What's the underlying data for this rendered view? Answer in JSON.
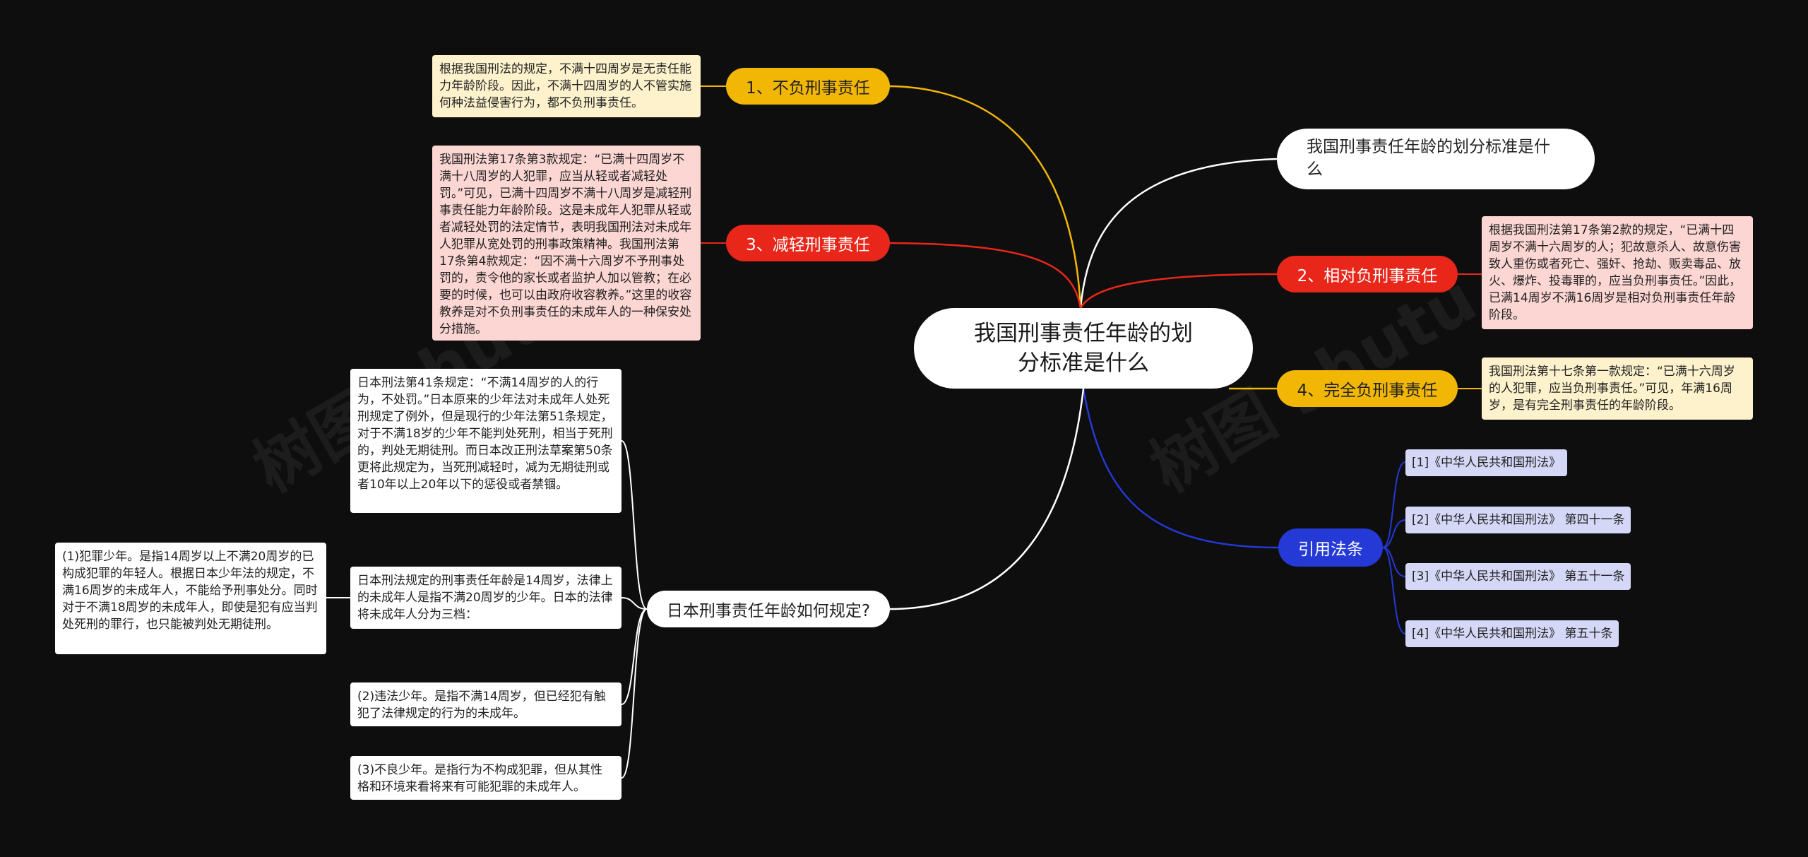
{
  "center": {
    "title": "我国刑事责任年龄的划分标准是什么"
  },
  "watermark": "树图 shutu",
  "branches": {
    "question": {
      "label": "我国刑事责任年龄的划分标准是什么"
    },
    "relative": {
      "label": "2、相对负刑事责任",
      "note": "根据我国刑法第17条第2款的规定，“已满十四周岁不满十六周岁的人；犯故意杀人、故意伤害致人重伤或者死亡、强奸、抢劫、贩卖毒品、放火、爆炸、投毒罪的，应当负刑事责任。”因此，已满14周岁不满16周岁是相对负刑事责任年龄阶段。"
    },
    "full": {
      "label": "4、完全负刑事责任",
      "note": "我国刑法第十七条第一款规定：“已满十六周岁的人犯罪，应当负刑事责任。”可见，年满16周岁，是有完全刑事责任的年龄阶段。"
    },
    "refs": {
      "label": "引用法条",
      "items": [
        "[1]《中华人民共和国刑法》",
        "[2]《中华人民共和国刑法》 第四十一条",
        "[3]《中华人民共和国刑法》 第五十一条",
        "[4]《中华人民共和国刑法》 第五十条"
      ]
    },
    "none": {
      "label": "1、不负刑事责任",
      "note": "根据我国刑法的规定，不满十四周岁是无责任能力年龄阶段。因此，不满十四周岁的人不管实施何种法益侵害行为，都不负刑事责任。"
    },
    "reduced": {
      "label": "3、减轻刑事责任",
      "note": "我国刑法第17条第3款规定：“已满十四周岁不满十八周岁的人犯罪，应当从轻或者减轻处罚。”可见，已满十四周岁不满十八周岁是减轻刑事责任能力年龄阶段。这是未成年人犯罪从轻或者减轻处罚的法定情节，表明我国刑法对未成年人犯罪从宽处罚的刑事政策精神。我国刑法第17条第4款规定：“因不满十六周岁不予刑事处罚的，责令他的家长或者监护人加以管教；在必要的时候，也可以由政府收容教养。”这里的收容教养是对不负刑事责任的未成年人的一种保安处分措施。"
    },
    "japan": {
      "label": "日本刑事责任年龄如何规定?",
      "notes": [
        "日本刑法第41条规定：“不满14周岁的人的行为，不处罚。”日本原来的少年法对未成年人处死刑规定了例外，但是现行的少年法第51条规定，对于不满18岁的少年不能判处死刑，相当于死刑的，判处无期徒刑。而日本改正刑法草案第50条更将此规定为，当死刑减轻时，减为无期徒刑或者10年以上20年以下的惩役或者禁锢。",
        "日本刑法规定的刑事责任年龄是14周岁，法律上的未成年人是指不满20周岁的少年。日本的法律将未成年人分为三档：",
        "(2)违法少年。是指不满14周岁，但已经犯有触犯了法律规定的行为的未成年。",
        "(3)不良少年。是指行为不构成犯罪，但从其性格和环境来看将来有可能犯罪的未成年人。"
      ],
      "subnote": "(1)犯罪少年。是指14周岁以上不满20周岁的已构成犯罪的年轻人。根据日本少年法的规定，不满16周岁的未成年人，不能给予刑事处分。同时对于不满18周岁的未成年人，即使是犯有应当判处死刑的罪行，也只能被判处无期徒刑。"
    }
  },
  "colors": {
    "background": "#0e0e0e",
    "yellow": "#f2b705",
    "red": "#e8271a",
    "blue": "#2439d6",
    "white": "#ffffff",
    "yellow_note": "#fdf2cc",
    "red_note": "#fcd6d2",
    "ref_note": "#d4d7f6"
  }
}
